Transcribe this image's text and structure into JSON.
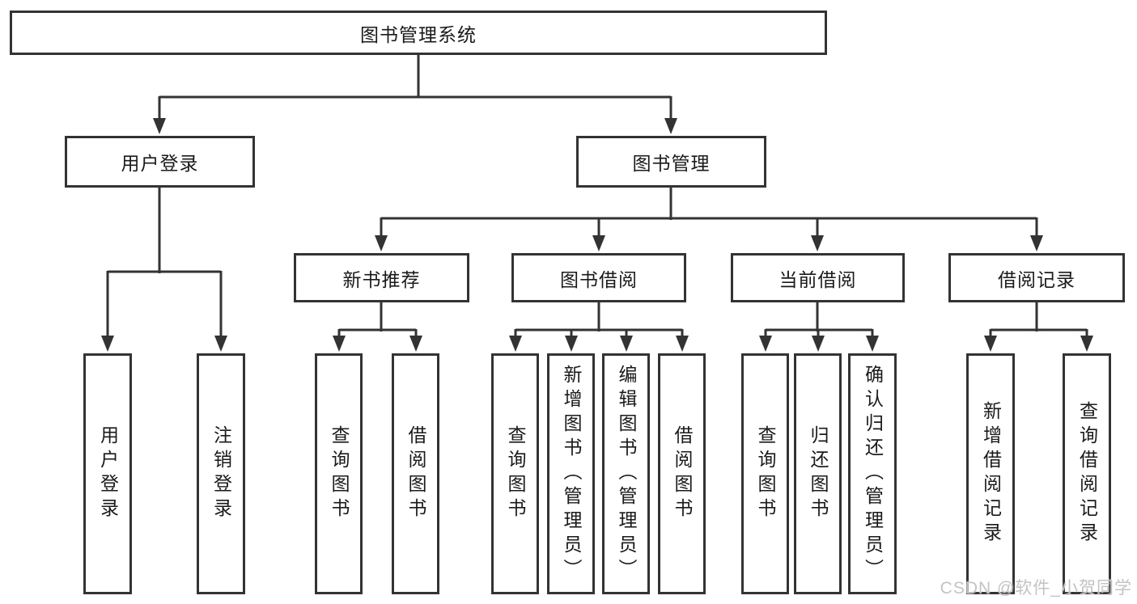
{
  "diagram": {
    "root": {
      "label": "图书管理系统"
    },
    "level2": [
      {
        "label": "用户登录",
        "children": [
          "用户登录",
          "注销登录"
        ]
      },
      {
        "label": "图书管理",
        "children": [
          {
            "label": "新书推荐",
            "children": [
              "查询图书",
              "借阅图书"
            ]
          },
          {
            "label": "图书借阅",
            "children": [
              "查询图书",
              "新增图书（管理员）",
              "编辑图书（管理员）",
              "借阅图书"
            ]
          },
          {
            "label": "当前借阅",
            "children": [
              "查询图书",
              "归还图书",
              "确认归还（管理员）"
            ]
          },
          {
            "label": "借阅记录",
            "children": [
              "新增借阅记录",
              "查询借阅记录"
            ]
          }
        ]
      }
    ],
    "line_color": "#333333"
  },
  "watermark": {
    "text": "CSDN @软件_小贺同学"
  }
}
